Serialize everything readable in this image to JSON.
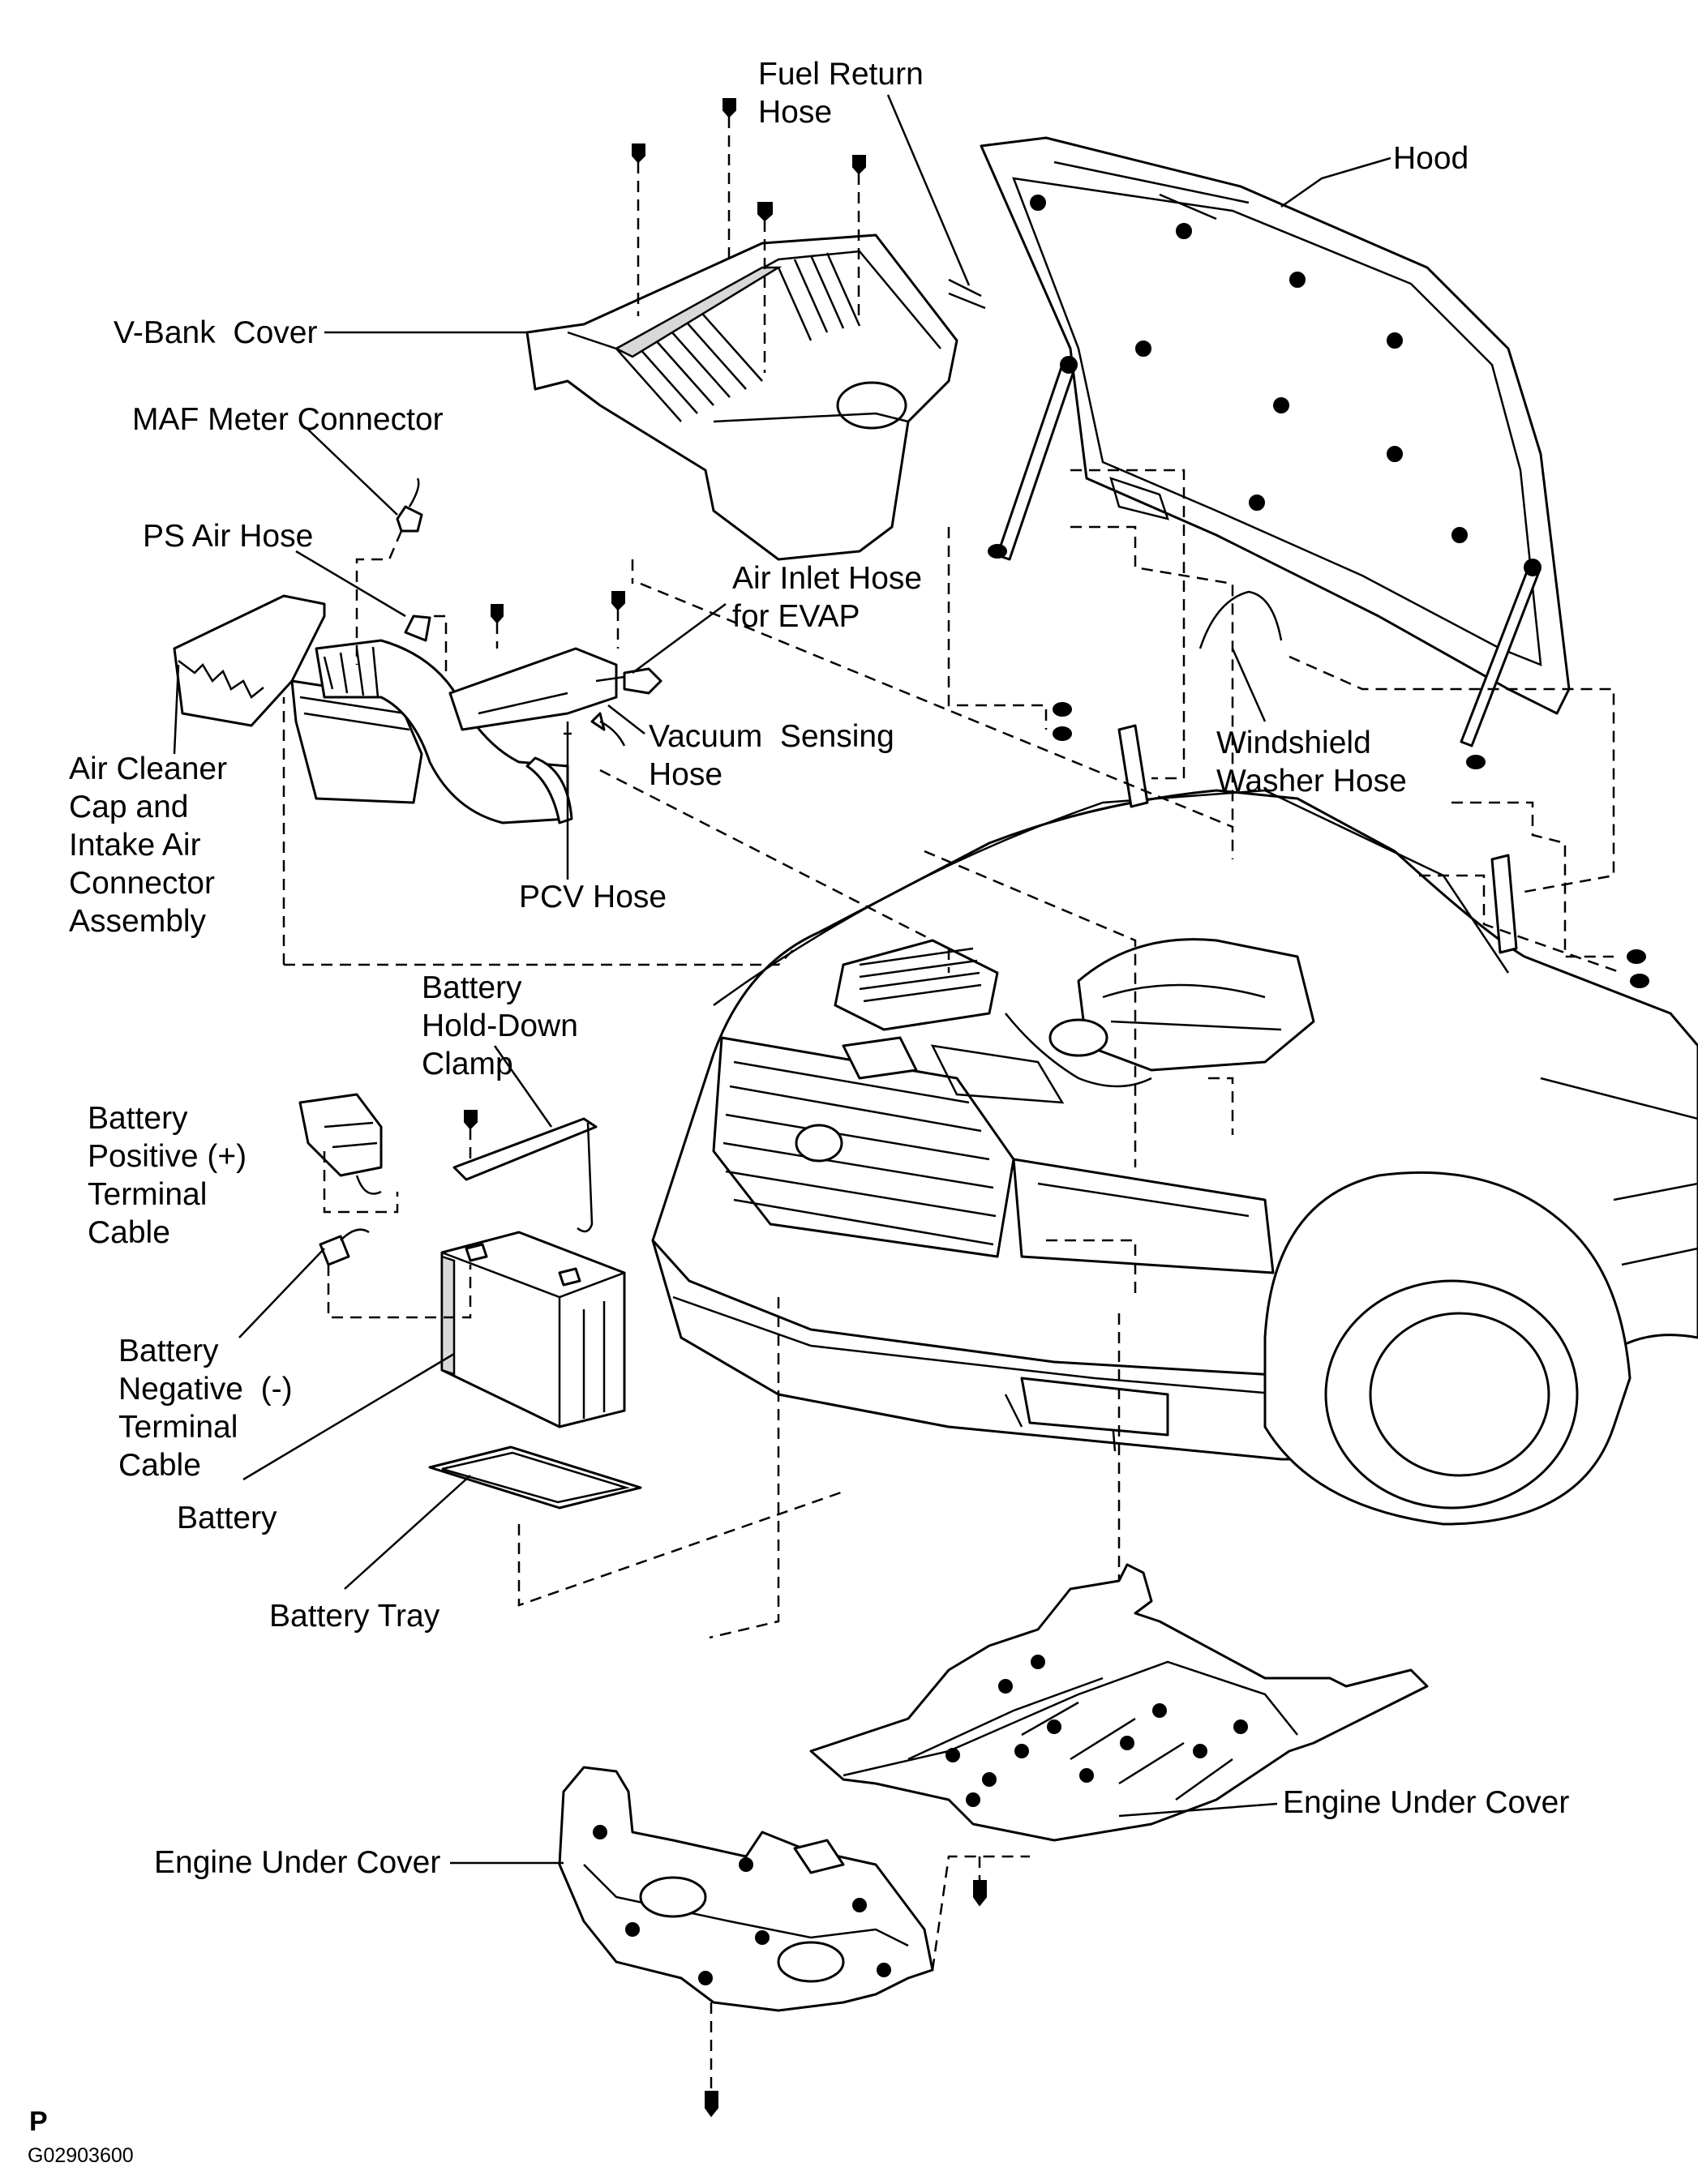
{
  "labels": {
    "fuel_return_hose": "Fuel Return\nHose",
    "hood": "Hood",
    "v_bank_cover": "V-Bank  Cover",
    "maf_meter_connector": "MAF Meter Connector",
    "ps_air_hose": "PS Air Hose",
    "air_inlet_hose_evap": "Air Inlet Hose\nfor EVAP",
    "vacuum_sensing_hose": "Vacuum  Sensing\nHose",
    "windshield_washer_hose": "Windshield\nWasher Hose",
    "air_cleaner_cap": "Air Cleaner\nCap and\nIntake Air\nConnector\nAssembly",
    "pcv_hose": "PCV Hose",
    "battery_hold_down_clamp": "Battery\nHold-Down\nClamp",
    "battery_positive_cable": "Battery\nPositive (+)\nTerminal\nCable",
    "battery_negative_cable": "Battery\nNegative  (-)\nTerminal\nCable",
    "battery": "Battery",
    "battery_tray": "Battery Tray",
    "engine_under_cover_right": "Engine Under Cover",
    "engine_under_cover_left": "Engine Under Cover"
  },
  "footer": {
    "view_letter": "P",
    "figure_code": "G02903600"
  }
}
